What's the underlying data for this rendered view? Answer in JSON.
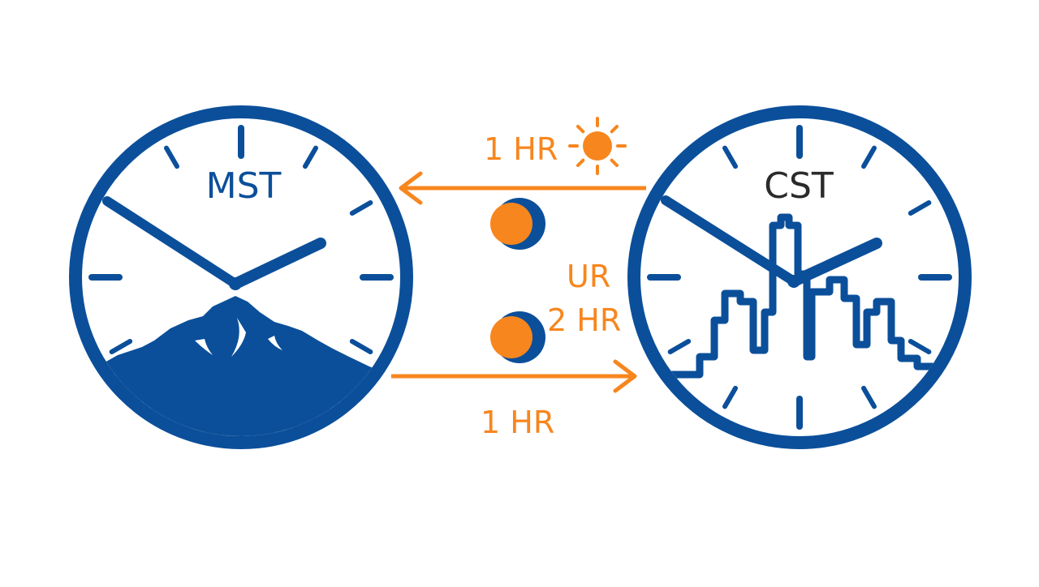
{
  "colors": {
    "clock_blue": "#0b4f9a",
    "accent_orange": "#f7861e",
    "background": "#ffffff"
  },
  "left_clock": {
    "label": "MST",
    "icon": "mountain-icon",
    "time": {
      "hour": 2.2,
      "minute": 51.5
    }
  },
  "right_clock": {
    "label": "CST",
    "icon": "city-skyline-icon",
    "time": {
      "hour": 2.3,
      "minute": 51.5
    }
  },
  "arrows": {
    "top_label": "1 HR",
    "top_icon": "sun-icon",
    "top_direction": "right-to-left",
    "middle_label_a": "UR",
    "middle_label_b": "2 HR",
    "middle_icons": [
      "crescent-moon-icon",
      "crescent-moon-icon"
    ],
    "bottom_label": "1 HR",
    "bottom_direction": "left-to-right"
  }
}
